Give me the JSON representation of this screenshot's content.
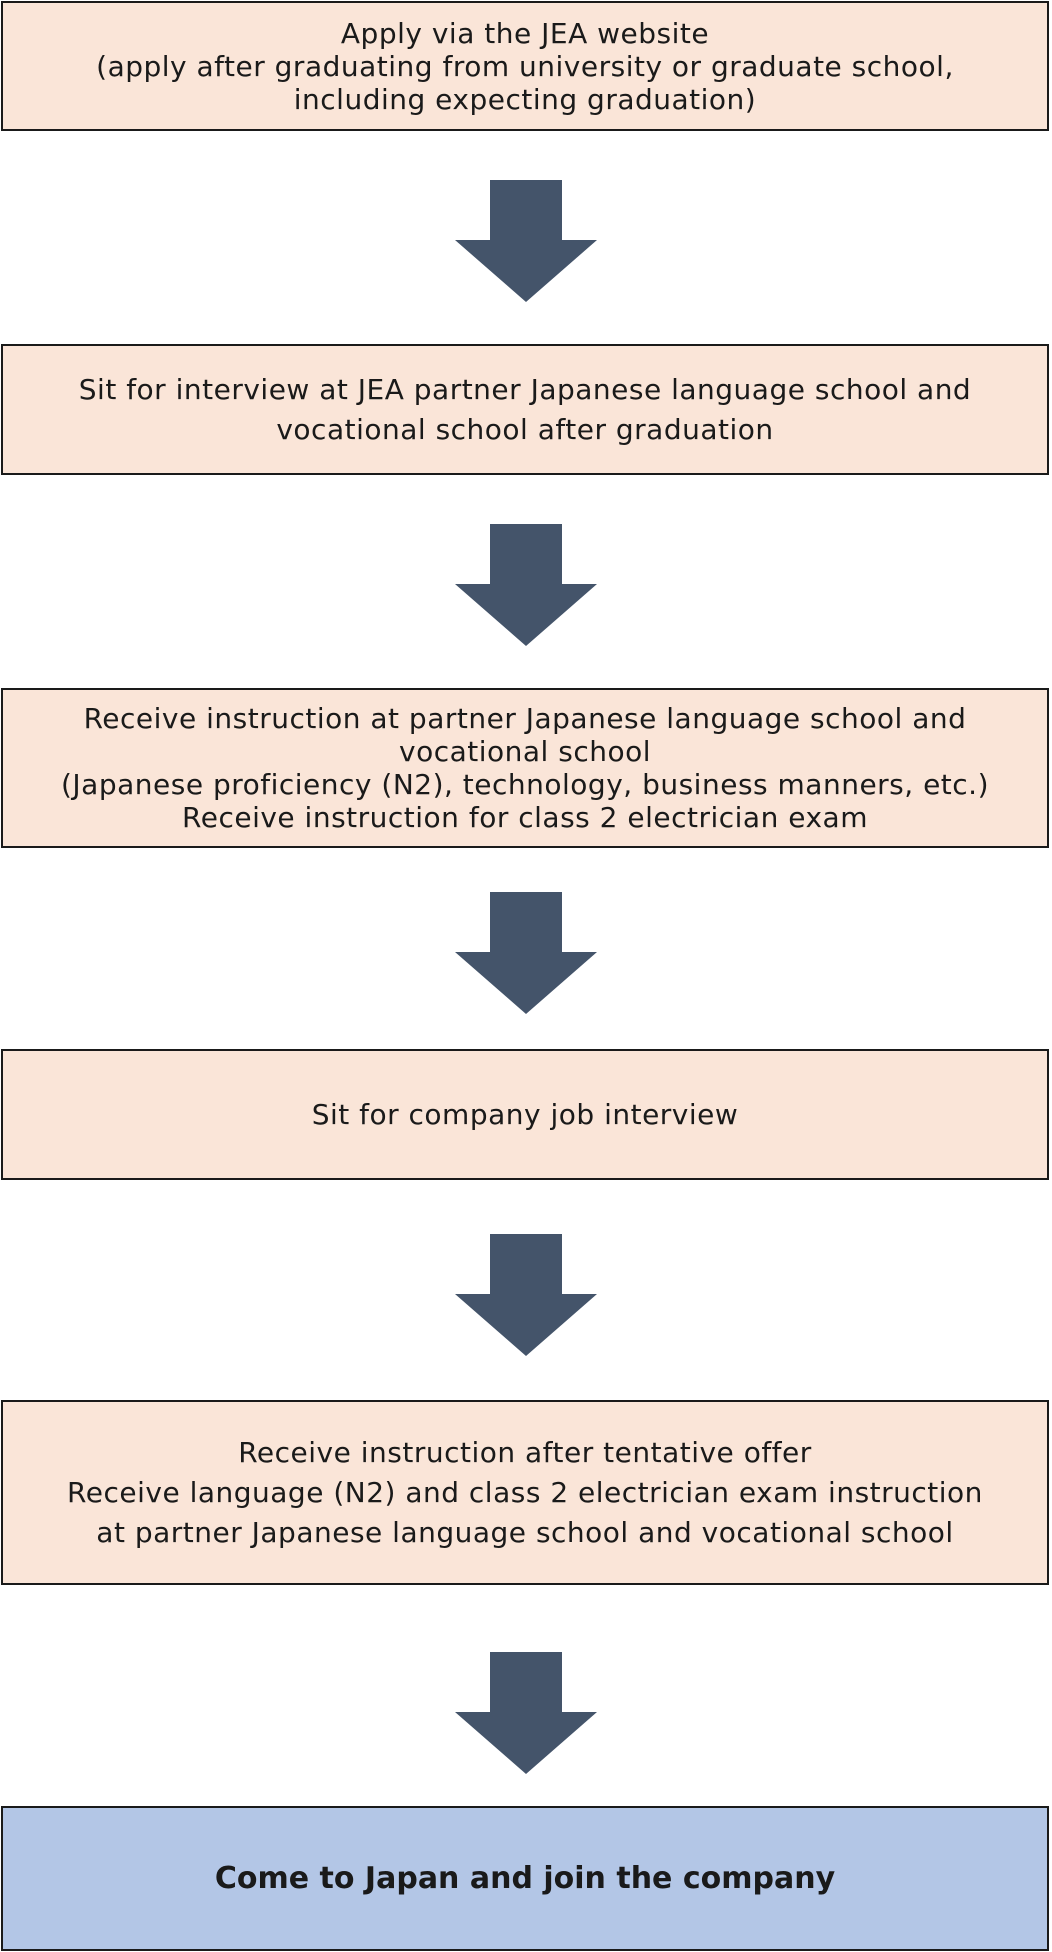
{
  "flowchart": {
    "arrow_color": "#44546a",
    "box_color": "#fae5d8",
    "final_box_color": "#b3c6e6",
    "steps": [
      {
        "lines": [
          "Apply via the JEA website",
          "(apply after graduating from university or graduate school,",
          "including expecting graduation)"
        ]
      },
      {
        "lines": [
          "Sit for interview at JEA partner Japanese language school and",
          "vocational school after graduation"
        ]
      },
      {
        "lines": [
          "Receive instruction at partner Japanese language school and",
          "vocational school",
          "(Japanese proficiency (N2), technology, business manners, etc.)",
          "Receive instruction for class 2 electrician exam"
        ]
      },
      {
        "lines": [
          "Sit for company job interview"
        ]
      },
      {
        "lines": [
          "Receive instruction after tentative offer",
          "Receive language (N2) and class 2 electrician exam instruction",
          "at partner Japanese language school and vocational school"
        ]
      },
      {
        "lines": [
          "Come to Japan and join the company"
        ]
      }
    ]
  }
}
